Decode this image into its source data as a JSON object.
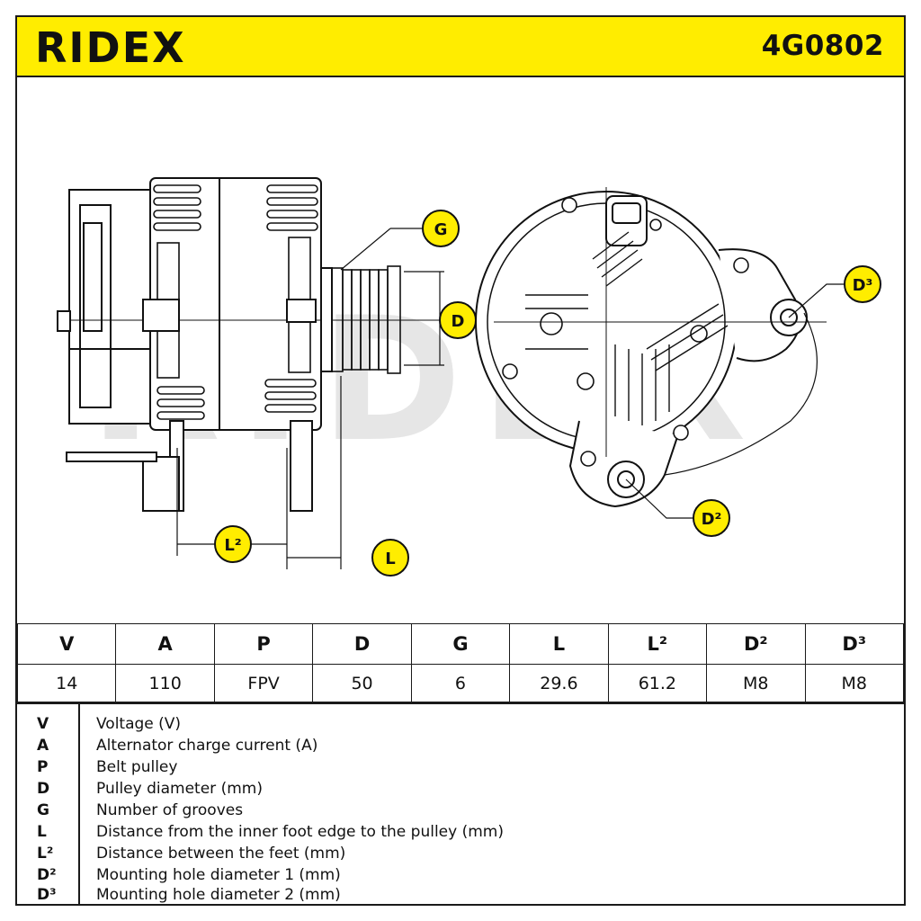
{
  "header": {
    "brand": "RIDEX",
    "part_number": "4G0802",
    "background_color": "#ffed00"
  },
  "drawing": {
    "watermark": "RIDEX",
    "callouts": {
      "G": "G",
      "D": "D",
      "L2": "L²",
      "L": "L",
      "D3": "D³",
      "D2": "D²"
    }
  },
  "spec_table": {
    "columns": [
      "V",
      "A",
      "P",
      "D",
      "G",
      "L",
      "L²",
      "D²",
      "D³"
    ],
    "values": [
      "14",
      "110",
      "FPV",
      "50",
      "6",
      "29.6",
      "61.2",
      "M8",
      "M8"
    ]
  },
  "legend": [
    {
      "symbol": "V",
      "description": "Voltage (V)"
    },
    {
      "symbol": "A",
      "description": "Alternator charge current (A)"
    },
    {
      "symbol": "P",
      "description": "Belt pulley"
    },
    {
      "symbol": "D",
      "description": "Pulley diameter (mm)"
    },
    {
      "symbol": "G",
      "description": "Number of grooves"
    },
    {
      "symbol": "L",
      "description": "Distance from the inner foot edge to the pulley (mm)"
    },
    {
      "symbol": "L²",
      "description": "Distance between the feet (mm)"
    },
    {
      "symbol": "D²",
      "description": "Mounting hole diameter 1 (mm)"
    },
    {
      "symbol": "D³",
      "description": "Mounting hole diameter 2 (mm)"
    }
  ]
}
